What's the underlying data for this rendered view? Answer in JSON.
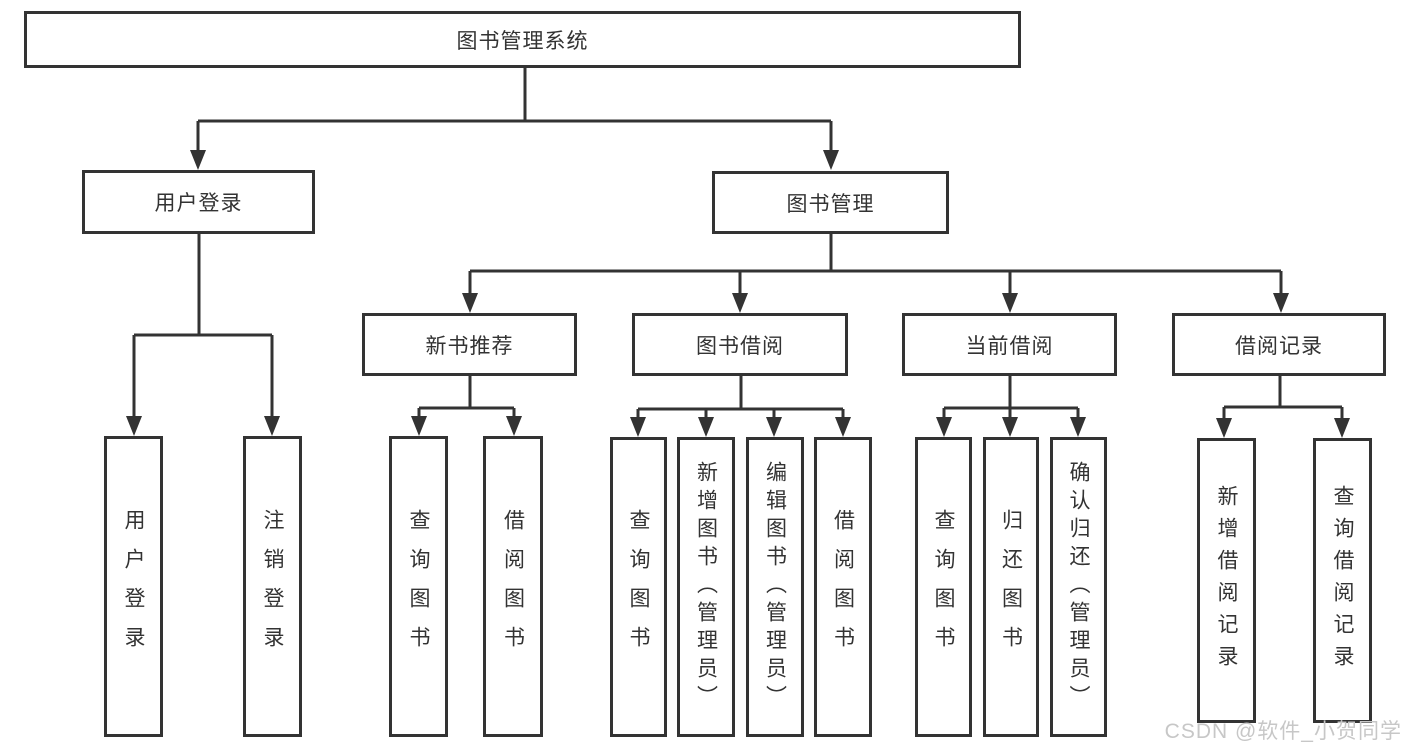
{
  "colors": {
    "line": "#333333",
    "box_border": "#333333",
    "box_fill": "#ffffff",
    "text": "#333333",
    "watermark": "#c7c7c7",
    "background": "#ffffff"
  },
  "watermark": "CSDN @软件_小贺同学",
  "tree": {
    "root": {
      "label": "图书管理系统"
    },
    "children": [
      {
        "label": "用户登录",
        "children": [
          {
            "label": "用户登录"
          },
          {
            "label": "注销登录"
          }
        ]
      },
      {
        "label": "图书管理",
        "children": [
          {
            "label": "新书推荐",
            "children": [
              {
                "label": "查询图书"
              },
              {
                "label": "借阅图书"
              }
            ]
          },
          {
            "label": "图书借阅",
            "children": [
              {
                "label": "查询图书"
              },
              {
                "label": "新增图书（管理员）"
              },
              {
                "label": "编辑图书（管理员）"
              },
              {
                "label": "借阅图书"
              }
            ]
          },
          {
            "label": "当前借阅",
            "children": [
              {
                "label": "查询图书"
              },
              {
                "label": "归还图书"
              },
              {
                "label": "确认归还（管理员）"
              }
            ]
          },
          {
            "label": "借阅记录",
            "children": [
              {
                "label": "新增借阅记录"
              },
              {
                "label": "查询借阅记录"
              }
            ]
          }
        ]
      }
    ]
  }
}
